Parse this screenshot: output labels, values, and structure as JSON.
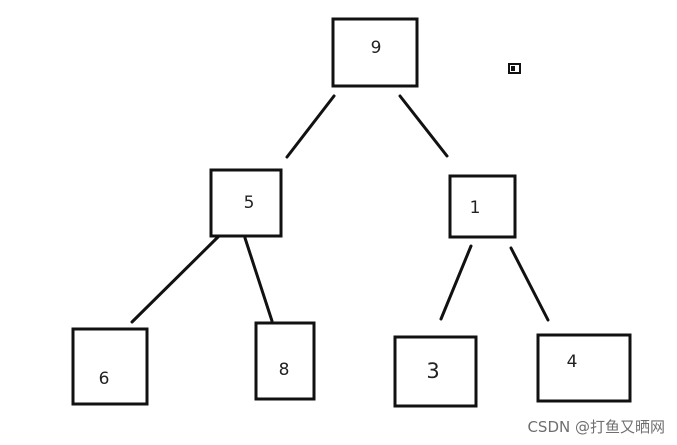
{
  "nodes": [
    {
      "id": "n9",
      "label": "9"
    },
    {
      "id": "n5",
      "label": "5"
    },
    {
      "id": "n1",
      "label": "1"
    },
    {
      "id": "n6",
      "label": "6"
    },
    {
      "id": "n8",
      "label": "8"
    },
    {
      "id": "n3",
      "label": "3"
    },
    {
      "id": "n4",
      "label": "4"
    }
  ],
  "edges": [
    {
      "from": "9",
      "to": "5"
    },
    {
      "from": "9",
      "to": "1"
    },
    {
      "from": "5",
      "to": "6"
    },
    {
      "from": "5",
      "to": "8"
    },
    {
      "from": "1",
      "to": "3"
    },
    {
      "from": "1",
      "to": "4"
    }
  ],
  "watermark": "CSDN @打鱼又晒网",
  "colors": {
    "stroke": "#111111",
    "text": "#222222",
    "watermark": "#6f6f6f"
  }
}
